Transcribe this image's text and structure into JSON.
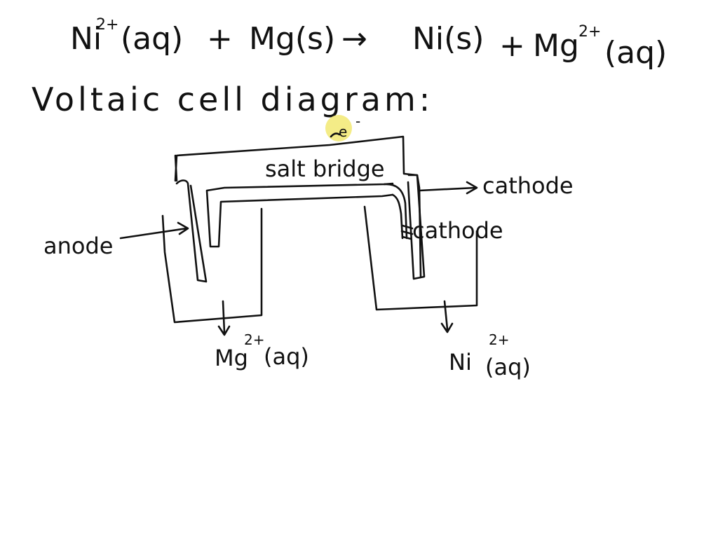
{
  "equation": {
    "reactant_1": "Ni",
    "reactant_1_charge": "2+",
    "reactant_1_state": "(aq)",
    "plus_1": "+",
    "reactant_2": "Mg(s)",
    "arrow": "→",
    "product_1": "Ni(s)",
    "plus_2": "+",
    "product_2": "Mg",
    "product_2_charge": "2+",
    "product_2_state": "(aq)"
  },
  "heading": "Voltaic cell diagram:",
  "diagram": {
    "electron_label": "e",
    "electron_charge": "-",
    "salt_bridge_label": "salt bridge",
    "anode_label": "anode",
    "cathode_label_outer": "cathode",
    "cathode_label_inner": "cathode",
    "left_solution": {
      "species": "Mg",
      "charge": "2+",
      "state": "(aq)"
    },
    "right_solution": {
      "species": "Ni",
      "charge": "2+",
      "state": "(aq)"
    }
  },
  "colors": {
    "ink": "#111111",
    "pointer_highlight": "#f3ea7a",
    "background": "#ffffff"
  }
}
